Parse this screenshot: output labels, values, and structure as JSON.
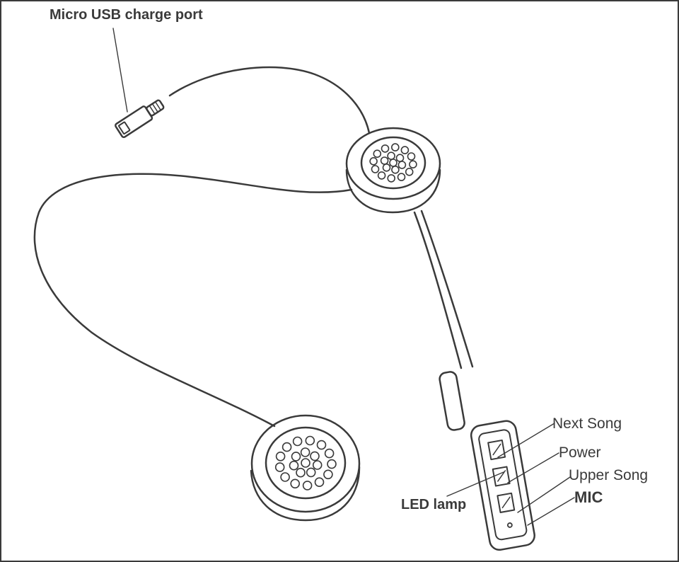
{
  "labels": {
    "usb_port": "Micro USB charge port",
    "next_song": "Next Song",
    "power": "Power",
    "upper_song": "Upper Song",
    "mic": "MIC",
    "led_lamp": "LED lamp"
  },
  "colors": {
    "line": "#3a3a3a",
    "text": "#3a3a3a",
    "background": "#ffffff"
  }
}
